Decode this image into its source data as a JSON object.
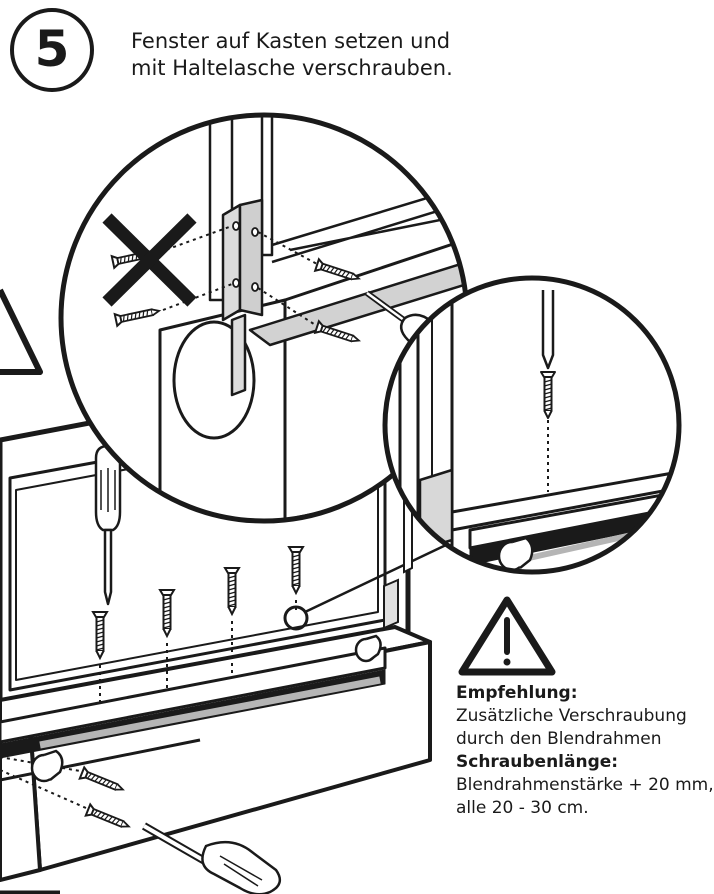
{
  "step": {
    "number": "5"
  },
  "instruction": {
    "line1": "Fenster auf Kasten setzen und",
    "line2": "mit Haltelasche verschrauben."
  },
  "recommendation": {
    "heading": "Empfehlung:",
    "line1": "Zusätzliche Verschraubung",
    "line2": "durch den Blendrahmen",
    "length_heading": "Schraubenlänge:",
    "line3": "Blendrahmenstärke + 20 mm,",
    "line4": "alle 20 - 30 cm."
  }
}
